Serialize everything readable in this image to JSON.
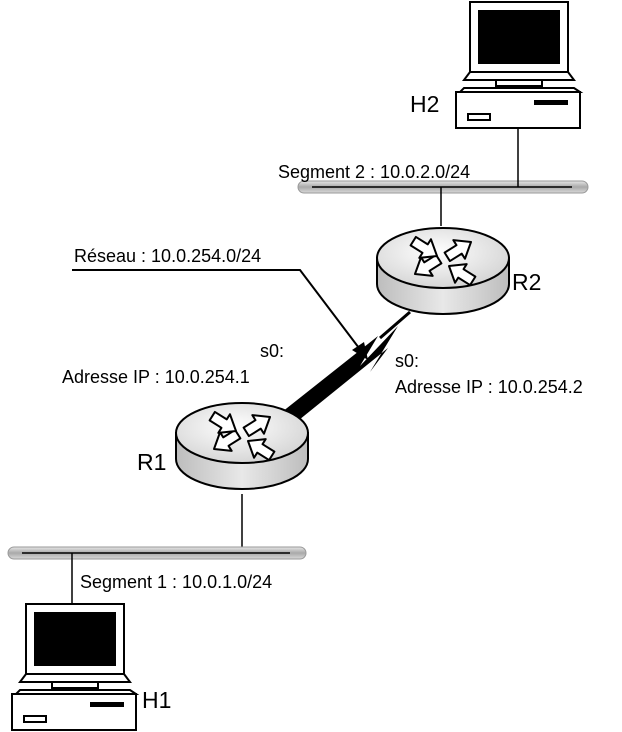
{
  "hosts": {
    "h1": {
      "label": "H1"
    },
    "h2": {
      "label": "H2"
    }
  },
  "routers": {
    "r1": {
      "label": "R1",
      "interface": "s0:",
      "ip": "Adresse IP : 10.0.254.1"
    },
    "r2": {
      "label": "R2",
      "interface": "s0:",
      "ip": "Adresse IP : 10.0.254.2"
    }
  },
  "segments": {
    "segment1": {
      "label": "Segment 1 : 10.0.1.0/24"
    },
    "segment2": {
      "label": "Segment 2 : 10.0.2.0/24"
    }
  },
  "wan": {
    "label": "Réseau : 10.0.254.0/24"
  },
  "colors": {
    "bus": "#b8b8b8",
    "router_top": "#dcdcdc",
    "router_side": "#cfcfcf",
    "screen": "#000000"
  }
}
